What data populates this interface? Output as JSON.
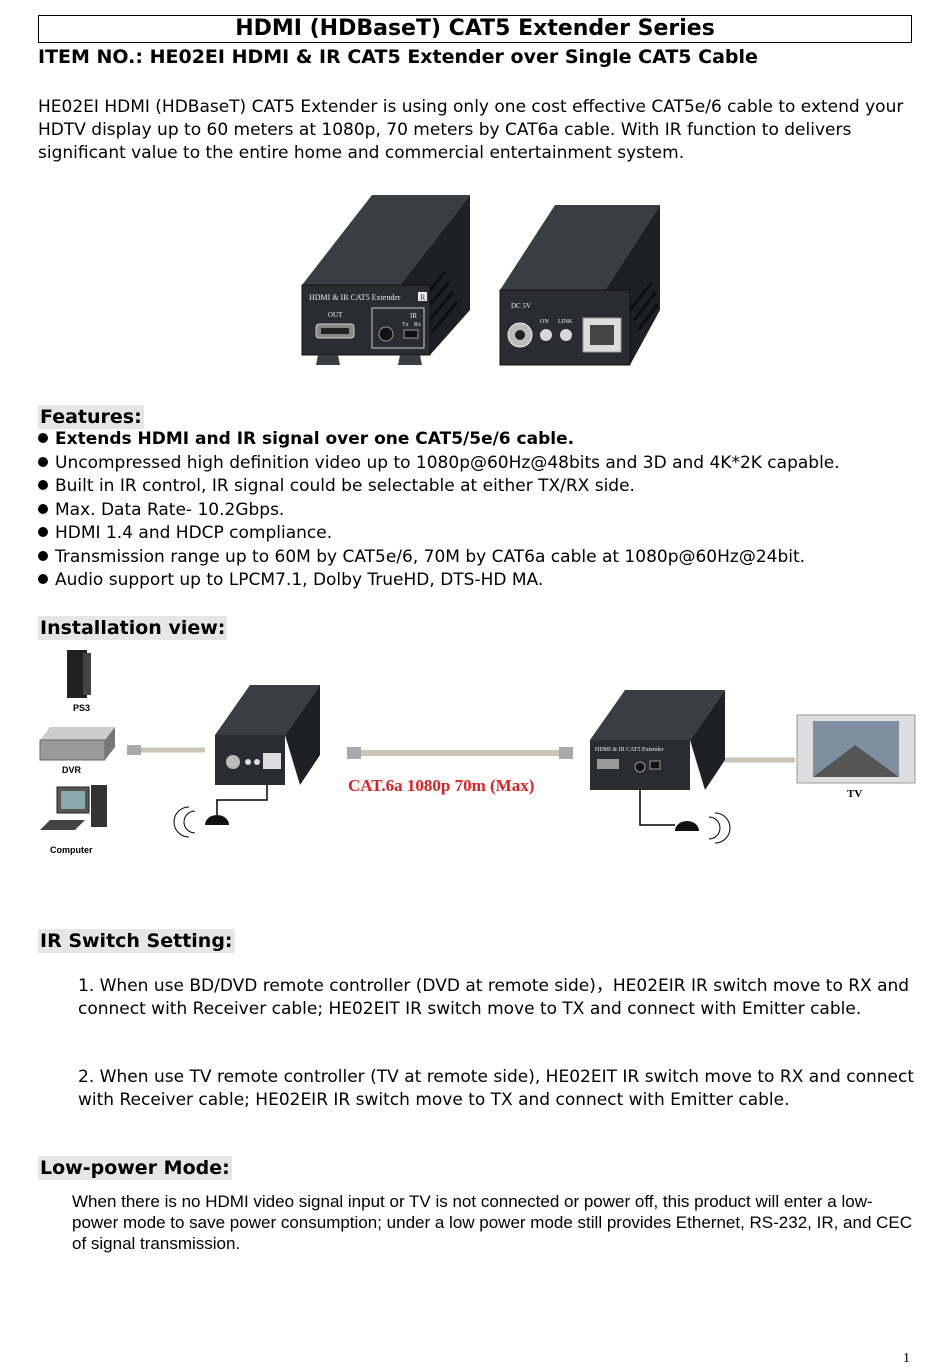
{
  "header": {
    "title": "HDMI (HDBaseT) CAT5 Extender Series",
    "item_no": "ITEM NO.: HE02EI HDMI & IR CAT5 Extender over Single CAT5 Cable"
  },
  "intro": "HE02EI HDMI (HDBaseT) CAT5 Extender is using only one cost effective CAT5e/6 cable to extend your HDTV display up to 60 meters at 1080p, 70 meters by CAT6a cable.   With IR function to delivers significant value to the entire home and commercial entertainment system.",
  "product_image": {
    "left_label": "HDMI & IR CAT5 Extender",
    "left_badge": "R",
    "out_label": "OUT",
    "ir_label": "IR",
    "tx_label": "Tx",
    "rx_label": "Rx",
    "dc_label": "DC 5V",
    "on_label": "ON",
    "link_label": "LINK"
  },
  "features": {
    "heading": "Features:",
    "items": [
      "Extends HDMI and IR signal over one CAT5/5e/6 cable.",
      "Uncompressed high definition video up to 1080p@60Hz@48bits and 3D and 4K*2K capable.",
      "Built in IR control, IR signal could be selectable at either TX/RX side.",
      "Max. Data Rate- 10.2Gbps.",
      "HDMI 1.4 and HDCP compliance.",
      "Transmission range up to 60M by CAT5e/6, 70M by CAT6a cable at 1080p@60Hz@24bit.",
      "Audio support up to LPCM7.1, Dolby TrueHD, DTS-HD MA."
    ]
  },
  "installation": {
    "heading": "Installation view:",
    "ps3_label": "PS3",
    "dvr_label": "DVR",
    "computer_label": "Computer",
    "cable_label": "CAT.6a 1080p 70m (Max)",
    "tv_label": "TV",
    "rx_unit_label": "HDMI & IR CAT5 Extender"
  },
  "ir_switch": {
    "heading": "IR Switch Setting:",
    "step1": "1. When use BD/DVD remote controller (DVD at remote side)，HE02EIR   IR switch move to RX and connect with Receiver cable; HE02EIT IR switch move to TX and connect with Emitter cable.",
    "step2": "2. When use TV remote controller (TV at remote side), HE02EIT IR switch move to RX and connect with Receiver cable; HE02EIR IR switch move to TX and connect with Emitter cable."
  },
  "low_power": {
    "heading": "Low-power Mode:",
    "text": "When there is no HDMI video signal input or TV is not connected or power off, this product will enter a low-power mode to save power consumption; under a low power mode still provides Ethernet, RS-232, IR, and CEC of signal transmission."
  },
  "page_number": "1"
}
